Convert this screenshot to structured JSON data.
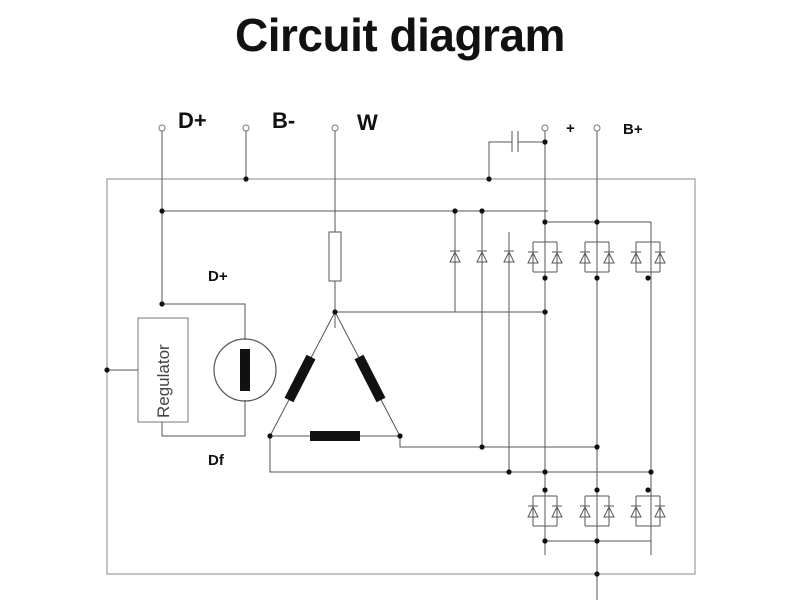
{
  "title": "Circuit diagram",
  "terminals": {
    "d_plus": "D+",
    "b_minus": "B-",
    "w": "W",
    "plus": "+",
    "b_plus": "B+"
  },
  "internal_labels": {
    "d_plus": "D+",
    "df": "Df",
    "regulator": "Regulator"
  },
  "colors": {
    "line": "#555555",
    "ink": "#111111",
    "frame": "#8a8a8a"
  }
}
